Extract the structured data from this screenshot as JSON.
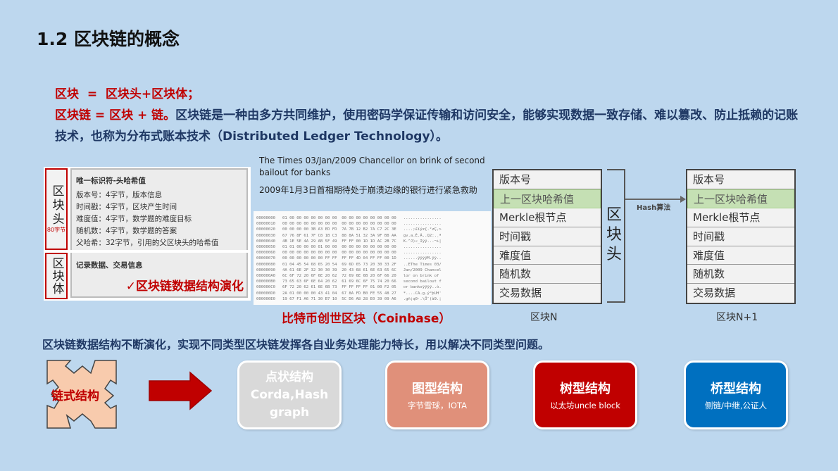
{
  "title": "1.2 区块链的概念",
  "def1": "区块  =  区块头+区块体；",
  "def2_red": "区块链  =  区块 + 链。",
  "def2_blue": "区块链是一种由多方共同维护，使用密码学保证传输和访问安全，能够实现数据一致存储、难以篡改、防止抵赖的记账技术，也称为分布式账本技术（Distributed Ledger Technology）。",
  "fig1": {
    "head_label": "区块头",
    "head_size": "80字节",
    "body_label": "区块体",
    "head_lines": [
      "唯一标识符-头哈希值",
      "版本号：4字节，版本信息",
      "时间戳：4字节，区块产生时间",
      "难度值：4字节，数学题的难度目标",
      "随机数：4字节，数学题的答案",
      "父哈希：32字节，引用的父区块头的哈希值"
    ],
    "body_text": "记录数据、交易信息",
    "evolution": "✓区块链数据结构演化"
  },
  "genesis": {
    "times_en": "The Times 03/Jan/2009 Chancellor on brink of second bailout for banks",
    "times_cn": "2009年1月3日首相期待处于崩溃边缘的银行进行紧急救助",
    "hex_rows": [
      "00000000   01 00 00 00 00 00 00 00  00 00 00 00 00 00 00 00   ................",
      "00000010   00 00 00 00 00 00 00 00  00 00 00 00 00 00 00 00   ................",
      "00000020   00 00 00 00 3B A3 ED FD  7A 7B 12 B2 7A C7 2C 3E   ....;£íýz{.²zÇ,>",
      "00000030   67 76 8F 61 7F C8 1B C3  88 8A 51 32 3A 9F B8 AA   gv.a.È.Ã..Q2:.¸ª",
      "00000040   4B 1E 5E 4A 29 AB 5F 49  FF FF 00 1D 1D AC 2B 7C   K.^J)«_Iÿÿ...¬+|",
      "00000050   01 01 00 00 00 01 00 00  00 00 00 00 00 00 00 00   ................",
      "00000060   00 00 00 00 00 00 00 00  00 00 00 00 00 00 00 00   ................",
      "00000070   00 00 00 00 00 00 FF FF  FF FF 4D 04 FF FF 00 1D   ......ÿÿÿÿM.ÿÿ..",
      "00000080   01 04 45 54 68 65 20 54  69 6D 65 73 20 30 33 2F   ..EThe Times 03/",
      "00000090   4A 61 6E 2F 32 30 30 39  20 43 68 61 6E 63 65 6C   Jan/2009 Chancel",
      "000000A0   6C 6F 72 20 6F 6E 20 62  72 69 6E 6B 20 6F 66 20   lor on brink of ",
      "000000B0   73 65 63 6F 6E 64 20 62  61 69 6C 6F 75 74 20 66   second bailout f",
      "000000C0   6F 72 20 62 61 6E 6B 73  FF FF FF FF 01 00 F2 05   or banksÿÿÿÿ..ò.",
      "000000D0   2A 01 00 00 00 43 41 04  67 8A FD B0 FE 55 48 27   *....CA.g.ý°þUH'",
      "000000E0   19 67 F1 A6 71 30 B7 10  5C D6 A8 28 E0 39 09 A6   .gñ¦q0·.\\Ö¨(à9.¦"
    ],
    "caption": "比特币创世区块（Coinbase）"
  },
  "block_fields": [
    "版本号",
    "上一区块哈希值",
    "Merkle根节点",
    "时间戳",
    "难度值",
    "随机数",
    "交易数据"
  ],
  "block_header_label": "区块头",
  "hash_label": "Hash算法",
  "block_n": "区块N",
  "block_n1": "区块N+1",
  "evolution_text": "区块链数据结构不断演化，实现不同类型区块链发挥各自业务处理能力特长，用以解决不同类型问题。",
  "chain_label": "链式结构",
  "structures": [
    {
      "title": "点状结构",
      "sub": "Corda,Hash graph",
      "color": "#d9d9d9"
    },
    {
      "title": "图型结构",
      "sub": "字节雪球，IOTA",
      "color": "#e0907a"
    },
    {
      "title": "树型结构",
      "sub": "以太坊uncle block",
      "color": "#c00000"
    },
    {
      "title": "桥型结构",
      "sub": "侧链/中继,公证人",
      "color": "#0070c0"
    }
  ],
  "colors": {
    "background": "#bdd7ee",
    "accent_red": "#c00000",
    "text_blue": "#1f3864",
    "highlight_green": "#c5e0b4"
  }
}
